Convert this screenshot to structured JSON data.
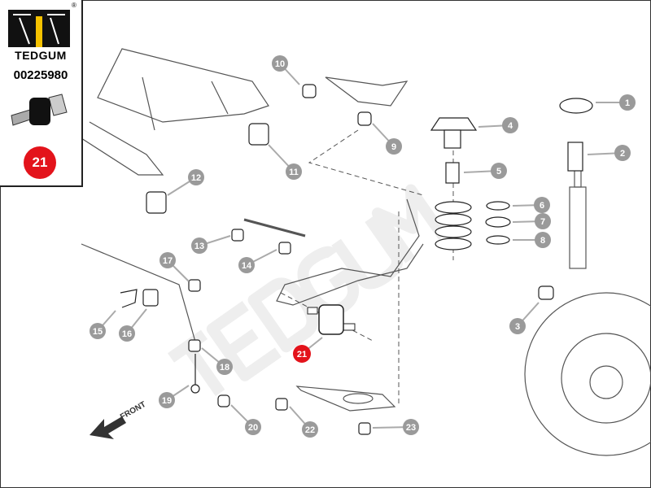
{
  "brand": {
    "name": "TEDGUM",
    "registered_mark": "®",
    "part_number": "00225980",
    "highlight_number": "21",
    "highlight_color": "#e3131b"
  },
  "watermark": "TEDGUM",
  "direction_label": "FRONT",
  "callouts": [
    "1",
    "2",
    "3",
    "4",
    "5",
    "6",
    "7",
    "8",
    "9",
    "10",
    "11",
    "12",
    "13",
    "14",
    "15",
    "16",
    "17",
    "18",
    "19",
    "20",
    "21",
    "22",
    "23"
  ],
  "colors": {
    "callout": "#9a9a9a",
    "highlight": "#e3131b",
    "line": "#555555"
  }
}
